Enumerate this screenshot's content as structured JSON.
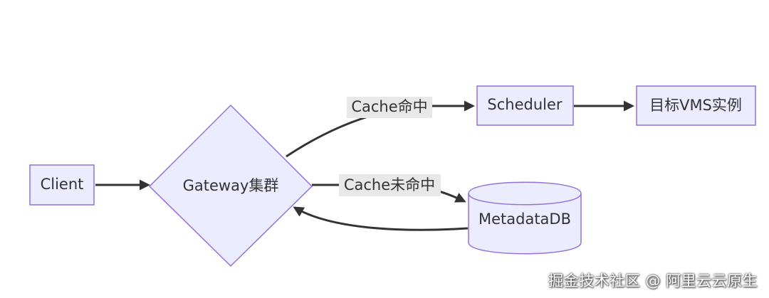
{
  "nodes": {
    "client": "Client",
    "gateway": "Gateway集群",
    "scheduler": "Scheduler",
    "target": "目标VMS实例",
    "metadata_db": "MetadataDB"
  },
  "edges": {
    "cache_hit": "Cache命中",
    "cache_miss": "Cache未命中"
  },
  "watermark": "掘金技术社区 @ 阿里云云原生",
  "colors": {
    "node_fill": "#ECECFF",
    "node_border": "#9370DB",
    "edge": "#333333",
    "edge_label_bg": "#e8e8e8"
  }
}
